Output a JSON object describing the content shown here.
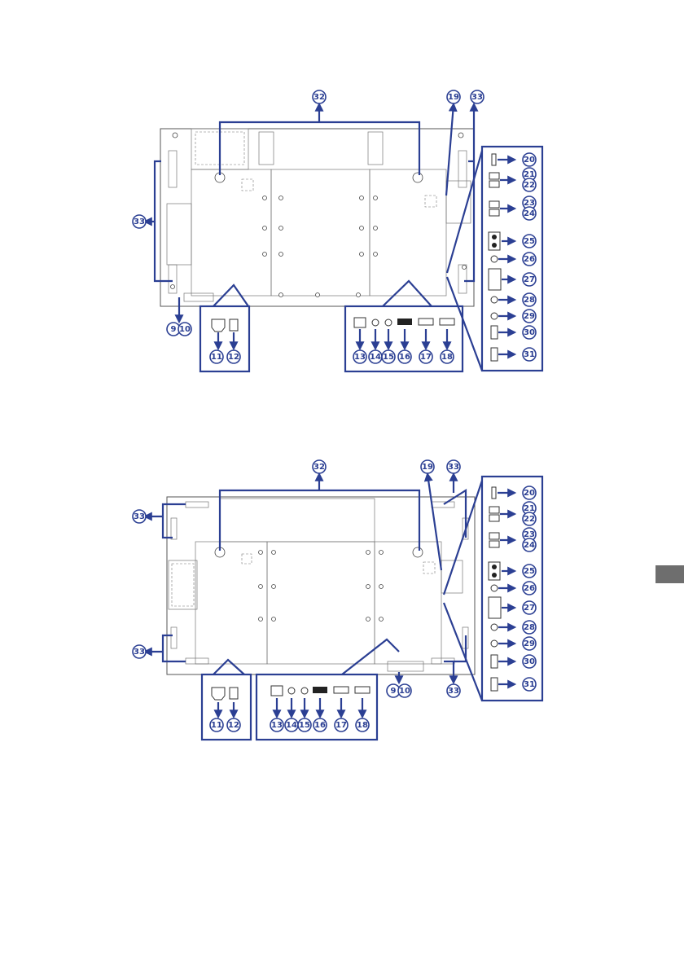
{
  "diagrams": [
    {
      "orientation": "portrait-landscape-top",
      "callouts": [
        "9",
        "10",
        "11",
        "12",
        "13",
        "14",
        "15",
        "16",
        "17",
        "18",
        "19",
        "20",
        "21",
        "22",
        "23",
        "24",
        "25",
        "26",
        "27",
        "28",
        "29",
        "30",
        "31",
        "32",
        "33"
      ]
    },
    {
      "orientation": "bottom",
      "callouts": [
        "9",
        "10",
        "11",
        "12",
        "13",
        "14",
        "15",
        "16",
        "17",
        "18",
        "19",
        "20",
        "21",
        "22",
        "23",
        "24",
        "25",
        "26",
        "27",
        "28",
        "29",
        "30",
        "31",
        "32",
        "33"
      ]
    }
  ],
  "colors": {
    "callout": "#2b3f93",
    "outline": "#555555",
    "page_tab": "#6e6e6e"
  },
  "page_tab": ""
}
